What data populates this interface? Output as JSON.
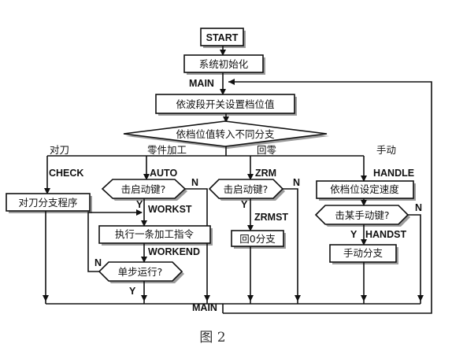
{
  "nodes": {
    "start": "START",
    "init": "系统初始化",
    "main_top": "MAIN",
    "set_pos": "依波段开关设置档位值",
    "branch": "依档位值转入不同分支",
    "main_bottom": "MAIN"
  },
  "branches": {
    "check": {
      "cn": "对刀",
      "en": "CHECK",
      "proc": "对刀分支程序"
    },
    "auto": {
      "cn": "零件加工",
      "en": "AUTO",
      "decision": "击启动键?",
      "n": "N",
      "y": "Y",
      "workst": "WORKST",
      "exec": "执行一条加工指令",
      "workend": "WORKEND",
      "step": "单步运行?",
      "step_n": "N",
      "step_y": "Y"
    },
    "zrm": {
      "cn": "回零",
      "en": "ZRM",
      "decision": "击启动键?",
      "n": "N",
      "y": "Y",
      "zrmst": "ZRMST",
      "proc": "回0分支"
    },
    "handle": {
      "cn": "手动",
      "en": "HANDLE",
      "set_speed": "依档位设定速度",
      "decision": "击某手动键?",
      "n": "N",
      "y": "Y",
      "handst": "HANDST",
      "proc": "手动分支"
    }
  },
  "caption": "图 2"
}
